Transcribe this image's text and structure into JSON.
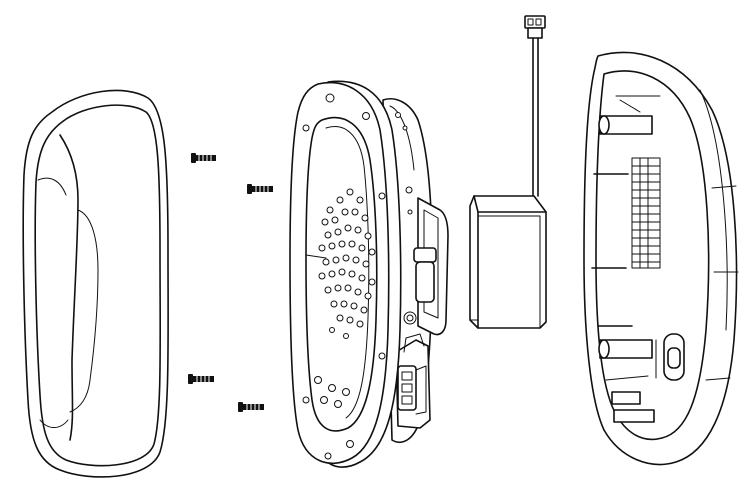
{
  "diagram": {
    "type": "exploded-view",
    "stroke_color": "#111111",
    "background_color": "#ffffff",
    "components": [
      {
        "id": "ear-cushion",
        "icon": "ear-cushion-icon"
      },
      {
        "id": "screws",
        "icon": "screw-icon",
        "count": 4
      },
      {
        "id": "speaker-baffle-plate",
        "icon": "speaker-plate-icon"
      },
      {
        "id": "circuit-board",
        "icon": "pcb-icon"
      },
      {
        "id": "battery-pack",
        "icon": "battery-icon"
      },
      {
        "id": "battery-connector-cable",
        "icon": "connector-icon"
      },
      {
        "id": "ear-cup-housing",
        "icon": "housing-icon"
      }
    ]
  }
}
